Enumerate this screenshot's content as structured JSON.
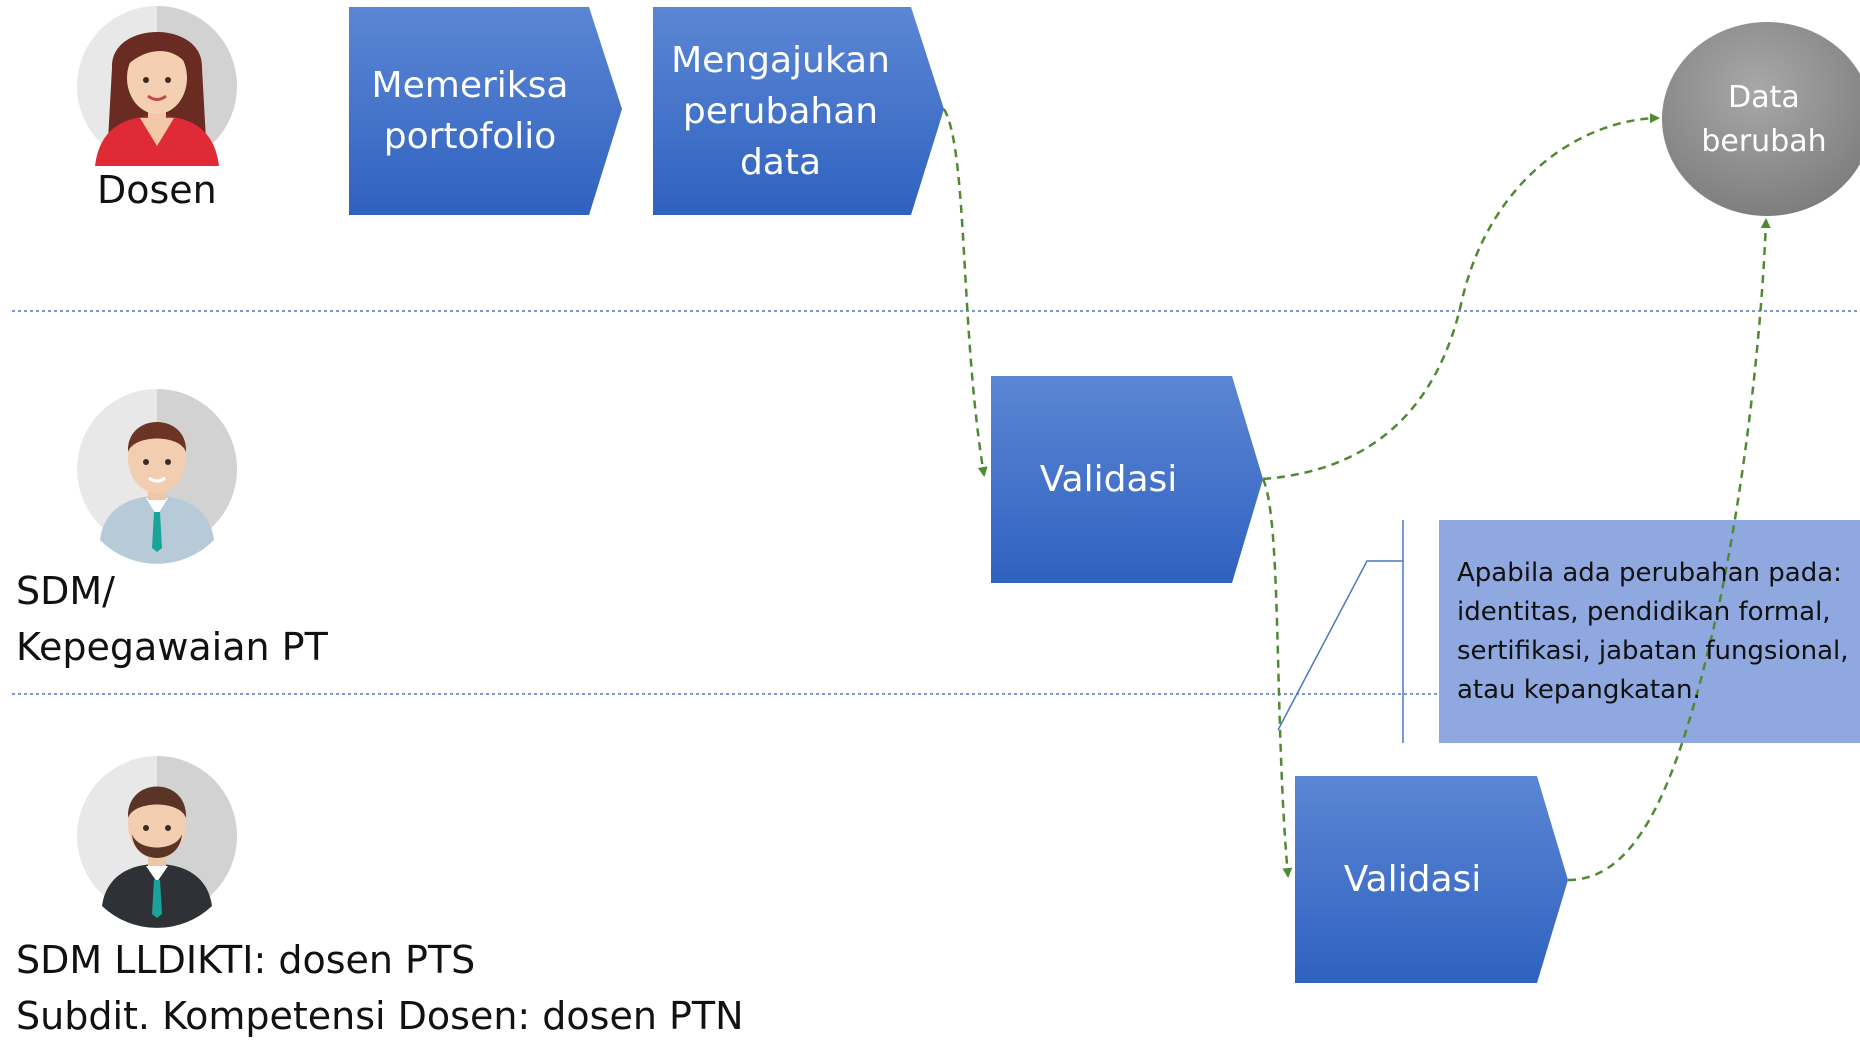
{
  "lanes": [
    {
      "id": "dosen",
      "label_lines": [
        "Dosen"
      ]
    },
    {
      "id": "sdm-pt",
      "label_lines": [
        "SDM/",
        "Kepegawaian PT"
      ]
    },
    {
      "id": "lldikti",
      "label_lines": [
        "SDM LLDIKTI: dosen PTS",
        "Subdit. Kompetensi Dosen: dosen PTN"
      ]
    }
  ],
  "steps": {
    "memeriksa": {
      "lines": [
        "Memeriksa",
        "portofolio"
      ]
    },
    "mengajukan": {
      "lines": [
        "Mengajukan",
        "perubahan",
        "data"
      ]
    },
    "validasi_pt": {
      "lines": [
        "Validasi"
      ]
    },
    "validasi_lldikti": {
      "lines": [
        "Validasi"
      ]
    },
    "data_berubah": {
      "lines": [
        "Data",
        "berubah"
      ]
    }
  },
  "note": {
    "lines": [
      "Apabila ada perubahan pada:",
      "identitas, pendidikan formal,",
      "sertifikasi, jabatan fungsional,",
      "atau kepangkatan."
    ]
  },
  "colors": {
    "shape_top": "#5b86d4",
    "shape_bottom": "#2f62c0",
    "arrow": "#4f8a32",
    "note_fill": "#8fa9e0",
    "end_fill": "#8d8d8d",
    "lane_divider": "#4a78c0",
    "bracket": "#4a78c0"
  }
}
